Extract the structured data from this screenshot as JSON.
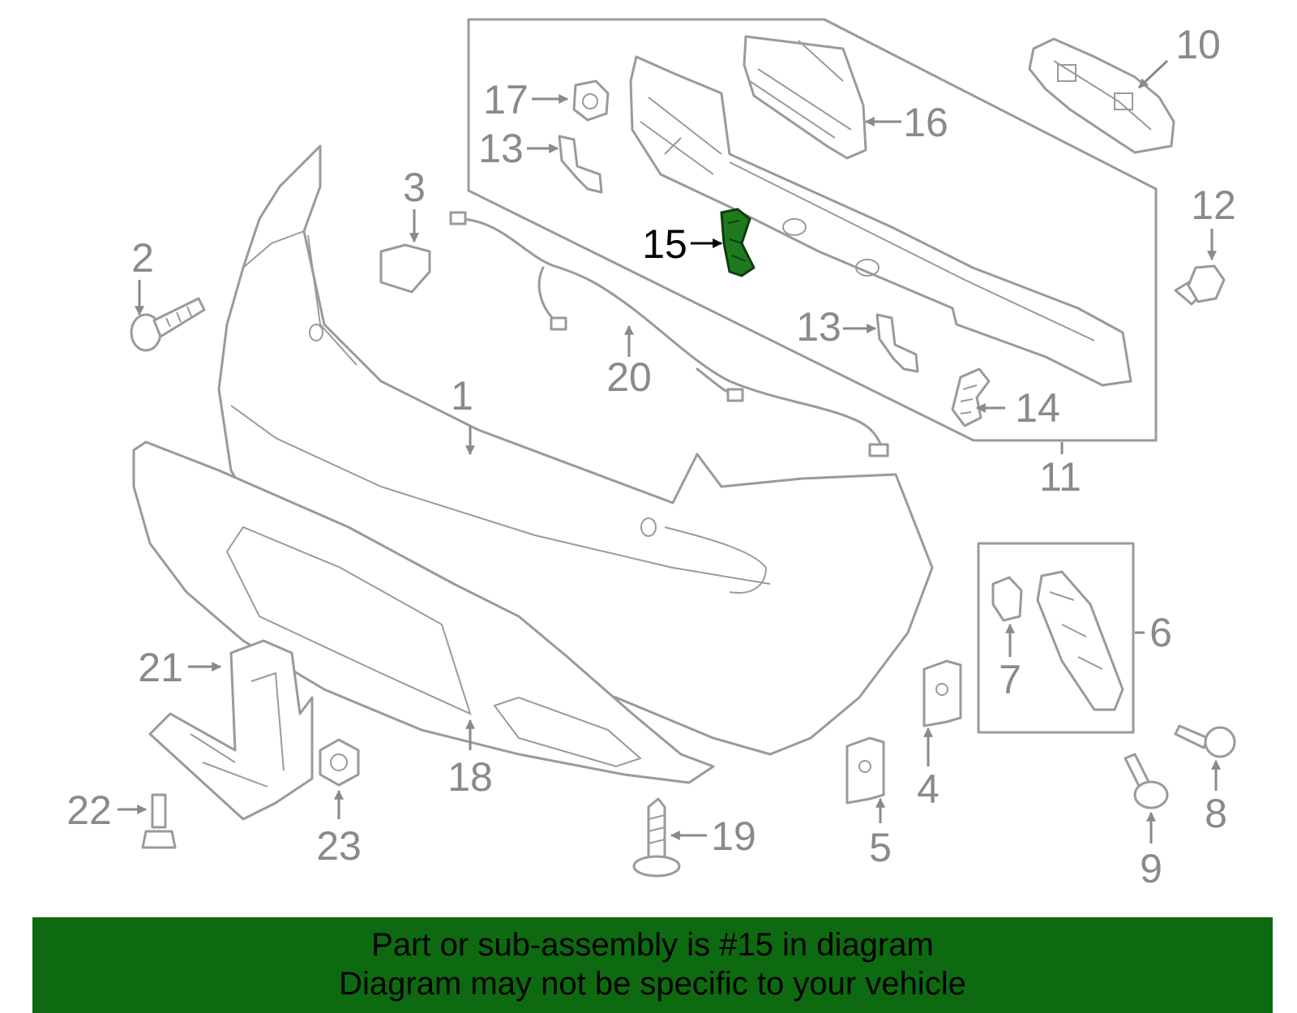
{
  "banner": {
    "line1": "Part or sub-assembly is #15 in diagram",
    "line2": "Diagram may not be specific to your vehicle",
    "background": "#0e6a10"
  },
  "highlight": {
    "part": "15",
    "color": "#1f7a1f"
  },
  "callouts": {
    "c1": "1",
    "c2": "2",
    "c3": "3",
    "c4": "4",
    "c5": "5",
    "c6": "6",
    "c7": "7",
    "c8": "8",
    "c9": "9",
    "c10": "10",
    "c11": "11",
    "c12": "12",
    "c13a": "13",
    "c13b": "13",
    "c14": "14",
    "c15": "15",
    "c16": "16",
    "c17": "17",
    "c18": "18",
    "c19": "19",
    "c20": "20",
    "c21": "21",
    "c22": "22",
    "c23": "23"
  }
}
